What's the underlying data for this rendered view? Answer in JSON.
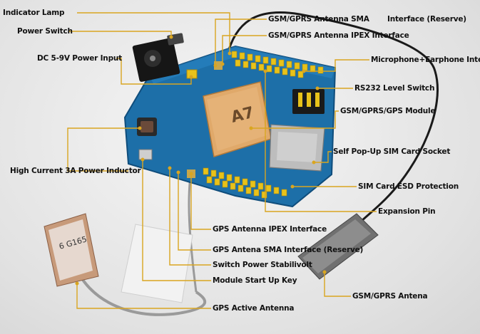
{
  "labels": {
    "indicator_lamp": "Indicator Lamp",
    "power_switch": "Power Switch",
    "dc_power_input": "DC 5-9V Power Input",
    "high_current_inductor": "High Current 3A Power Inductor",
    "gsm_gprs_antenna_sma": "GSM/GPRS Antenna SMA",
    "interface_reserve": "Interface (Reserve)",
    "gsm_gprs_antenna_ipex": "GSM/GPRS Antenna IPEX Interface",
    "microphone_earphone": "Microphone+Earphone Interface",
    "rs232_level_switch": "RS232 Level Switch",
    "gsm_gprs_gps_module": "GSM/GPRS/GPS Module",
    "sim_card_socket": "Self Pop-Up SIM Card Socket",
    "sim_card_esd": "SIM Card ESD Protection",
    "expansion_pin": "Expansion Pin",
    "gps_antenna_ipex": "GPS Antenna IPEX Interface",
    "gps_antenna_sma": "GPS Antena SMA Interface (Reserve)",
    "switch_power_stabilivolt": "Switch Power Stabilivolt",
    "module_start_up_key": "Module Start Up Key",
    "gsm_gprs_antenna": "GSM/GPRS Antena",
    "gps_active_antenna": "GPS Active Antenna"
  },
  "module_marking": "A7",
  "gps_antenna_marking": "6 G165",
  "colors": {
    "leader_line": "#d9a520",
    "pcb": "#1d6fa8",
    "header_pins": "#e8c21a",
    "module_shield": "#e0a96a"
  }
}
